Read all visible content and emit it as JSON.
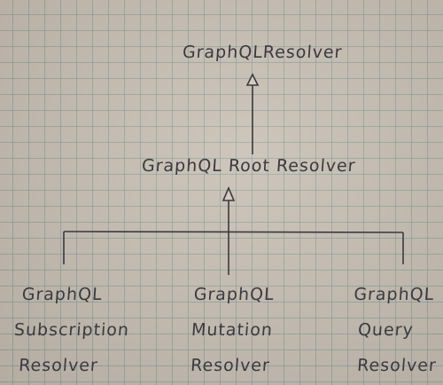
{
  "diagram": {
    "top_node": "GraphQLResolver",
    "middle_node": "GraphQL Root Resolver",
    "children": [
      {
        "lines": [
          "GraphQL",
          "Subscription",
          "Resolver"
        ]
      },
      {
        "lines": [
          "GraphQL",
          "Mutation",
          "Resolver"
        ]
      },
      {
        "lines": [
          "GraphQL",
          "Query",
          "Resolver"
        ]
      }
    ],
    "relationship": "inheritance"
  },
  "colors": {
    "ink": "#3a3a40",
    "paper": "#c9c0b4",
    "grid": "#7a9696"
  }
}
